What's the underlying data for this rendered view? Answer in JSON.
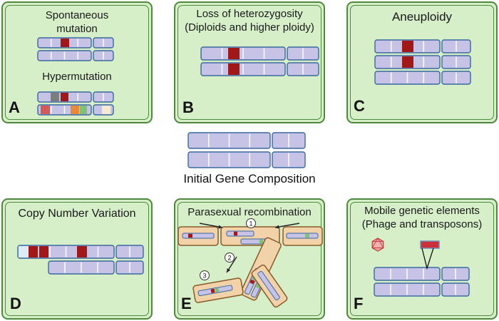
{
  "colors": {
    "panel_fill": "#d6efc9",
    "panel_border": "#4f8a3c",
    "chromosome_fill": "#c7c3e6",
    "chromosome_border": "#3a6a9e",
    "mutation": "#a01818",
    "orange_band": "#e8893a",
    "green_band": "#7fc07a",
    "gray_band": "#7d7d7d",
    "pink_band": "#d45a5a",
    "cream_band": "#f3ecd2",
    "parasexual_fill": "#f2d2a8",
    "parasexual_border": "#8a5a2a"
  },
  "panels": {
    "A": {
      "title": "Spontaneous\nmutation",
      "subtitle": "Hypermutation",
      "letter": "A"
    },
    "B": {
      "title": "Loss of heterozygosity\n(Diploids and higher ploidy)",
      "letter": "B"
    },
    "C": {
      "title": "Aneuploidy",
      "letter": "C"
    },
    "D": {
      "title": "Copy Number Variation",
      "letter": "D"
    },
    "E": {
      "title": "Parasexual recombination",
      "letter": "E",
      "steps": [
        "1",
        "2",
        "3"
      ]
    },
    "F": {
      "title": "Mobile genetic elements\n(Phage and transposons)",
      "letter": "F"
    }
  },
  "center": {
    "label": "Initial Gene Composition"
  }
}
